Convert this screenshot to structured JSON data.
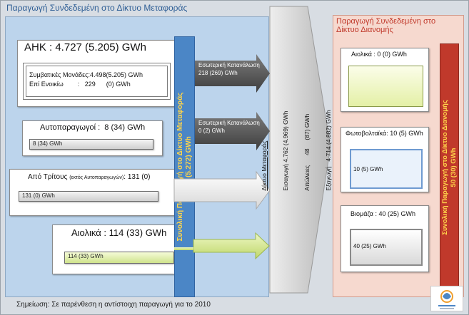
{
  "left_panel": {
    "title": "Παραγωγή Συνδεδεμένη στο Δίκτυο Μεταφοράς"
  },
  "right_panel": {
    "title": "Παραγωγή Συνδεδεμένη στο Δίκτυο Διανομής"
  },
  "ahk": {
    "title": "ΑΗΚ : 4.727 (5.205) GWh",
    "line1": "Συμβατικές Μονάδες:4.498(5.205) GWh",
    "line2": "Επί Ενοικίω        :   229      (0) GWh"
  },
  "autoproducers": {
    "title": "Αυτοπαραγωγοί :  8 (34) GWh",
    "bar": "8 (34) GWh"
  },
  "third_parties": {
    "title_main": "Από Τρίτους ",
    "title_small": "(εκτός Αυτοπαραγωγών)",
    "title_value": ": 131 (0)",
    "bar": "131 (0) GWh"
  },
  "wind_left": {
    "title": "Αιολικά : 114 (33) GWh",
    "bar": "114 (33) GWh"
  },
  "total_transmission": {
    "line1": "Συνολική Παραγωγή στο Δίκτυο Μεταφοράς",
    "line2": "4.980 (5.272) GWh"
  },
  "internal_consumption_1": {
    "line1": "Εσωτερική Κατανάλωση",
    "line2": "218 (269) GWh"
  },
  "internal_consumption_2": {
    "line1": "Εσωτερική Κατανάλωση",
    "line2": "0 (2) GWh"
  },
  "network": {
    "title": "Δίκτυο Μεταφοράς",
    "line1": "Εισαγωγή 4.762 (4.969) GWh",
    "line2": "Απώλειες      48     (87) GWh",
    "line3": "Εξαγωγή   4.714 (4.882) GWh"
  },
  "wind_right": {
    "title": "Αιολικά : 0 (0) GWh"
  },
  "pv": {
    "title": "Φωτοβολταϊκά: 10 (5) GWh",
    "bar": "10 (5) GWh"
  },
  "biomass": {
    "title": "Βιομάζα : 40 (25) GWh",
    "bar": "40 (25) GWh"
  },
  "total_distribution": {
    "line1": "Συνολική Παραγωγή στο Δίκτυο Διανομής",
    "line2": "50 (30) GWh"
  },
  "footnote": "Σημείωση: Σε παρένθεση η αντίστοιχη παραγωγή για το 2010",
  "colors": {
    "transmission_blue": "#4b86c6",
    "distribution_red": "#c0392b",
    "panel_blue": "#bcd4ec",
    "panel_salmon": "#f6d9cf"
  }
}
